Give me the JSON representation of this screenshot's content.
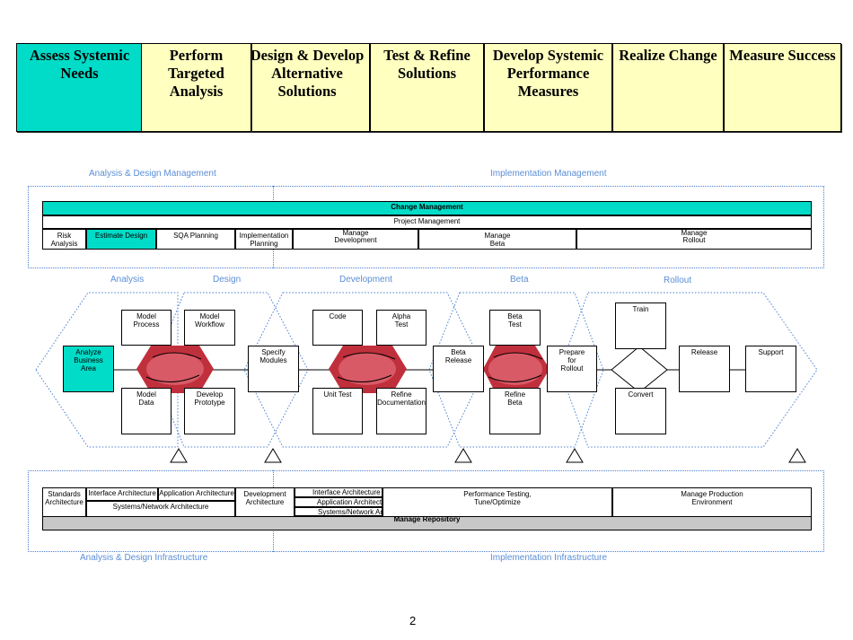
{
  "phases": [
    {
      "line1": "Assess Systemic",
      "line2": "Needs",
      "line3": ""
    },
    {
      "line1": "Perform",
      "line2": "Targeted",
      "line3": "Analysis"
    },
    {
      "line1": "Design & Develop",
      "line2": "Alternative",
      "line3": "Solutions"
    },
    {
      "line1": "Test & Refine",
      "line2": "Solutions",
      "line3": ""
    },
    {
      "line1": "Develop Systemic",
      "line2": "Performance",
      "line3": "Measures"
    },
    {
      "line1": "Realize Change",
      "line2": "",
      "line3": ""
    },
    {
      "line1": "Measure Success",
      "line2": "",
      "line3": ""
    }
  ],
  "management": {
    "left_label": "Analysis & Design Management",
    "right_label": "Implementation Management",
    "change_management": "Change Management",
    "project_management": "Project  Management",
    "risk_line1": "Risk",
    "risk_line2": "Analysis",
    "estimate_design": "Estimate Design",
    "sqa_planning": "SQA Planning",
    "impl_line1": "Implementation",
    "impl_line2": "Planning",
    "mdev_line1": "Manage",
    "mdev_line2": "Development",
    "mbeta_line1": "Manage",
    "mbeta_line2": "Beta",
    "mroll_line1": "Manage",
    "mroll_line2": "Rollout"
  },
  "stages": {
    "analysis": "Analysis",
    "design": "Design",
    "development": "Development",
    "beta": "Beta",
    "rollout": "Rollout"
  },
  "nodes": {
    "model_process_1": "Model",
    "model_process_2": "Process",
    "model_workflow_1": "Model",
    "model_workflow_2": "Workflow",
    "code": "Code",
    "alpha_1": "Alpha",
    "alpha_2": "Test",
    "beta_test_1": "Beta",
    "beta_test_2": "Test",
    "train": "Train",
    "analyze_1": "Analyze",
    "analyze_2": "Business",
    "analyze_3": "Area",
    "specify_1": "Specify",
    "specify_2": "Modules",
    "beta_release_1": "Beta",
    "beta_release_2": "Release",
    "prepare_1": "Prepare",
    "prepare_2": "for",
    "prepare_3": "Rollout",
    "release": "Release",
    "support": "Support",
    "model_data_1": "Model",
    "model_data_2": "Data",
    "develop_proto_1": "Develop",
    "develop_proto_2": "Prototype",
    "unit_test": "Unit Test",
    "refine_doc_1": "Refine",
    "refine_doc_2": "Documentation",
    "refine_beta_1": "Refine",
    "refine_beta_2": "Beta",
    "convert": "Convert"
  },
  "infrastructure": {
    "left_label": "Analysis & Design Infrastructure",
    "right_label": "Implementation Infrastructure",
    "standards_1": "Standards",
    "standards_2": "Architecture",
    "interface_arch": "Interface Architecture",
    "application_arch": "Application Architecture",
    "systems_network": "Systems/Network Architecture",
    "devarch_1": "Development",
    "devarch_2": "Architecture",
    "interface_arch_2": "Interface Architecture",
    "application_arch_2": "Application Architecture",
    "systems_network_2": "Systems/Network Architecture",
    "perf_1": "Performance Testing,",
    "perf_2": "Tune/Optimize",
    "mprod_1": "Manage Production",
    "mprod_2": "Environment",
    "repository": "Manage Repository"
  },
  "page_number": "2",
  "colors": {
    "cyan": "#00dcc8",
    "yellow": "#ffffc0",
    "dotted": "#4a7fd0",
    "label": "#5b8ed6",
    "gear": "#c0303c",
    "gray": "#c8c8c8"
  }
}
